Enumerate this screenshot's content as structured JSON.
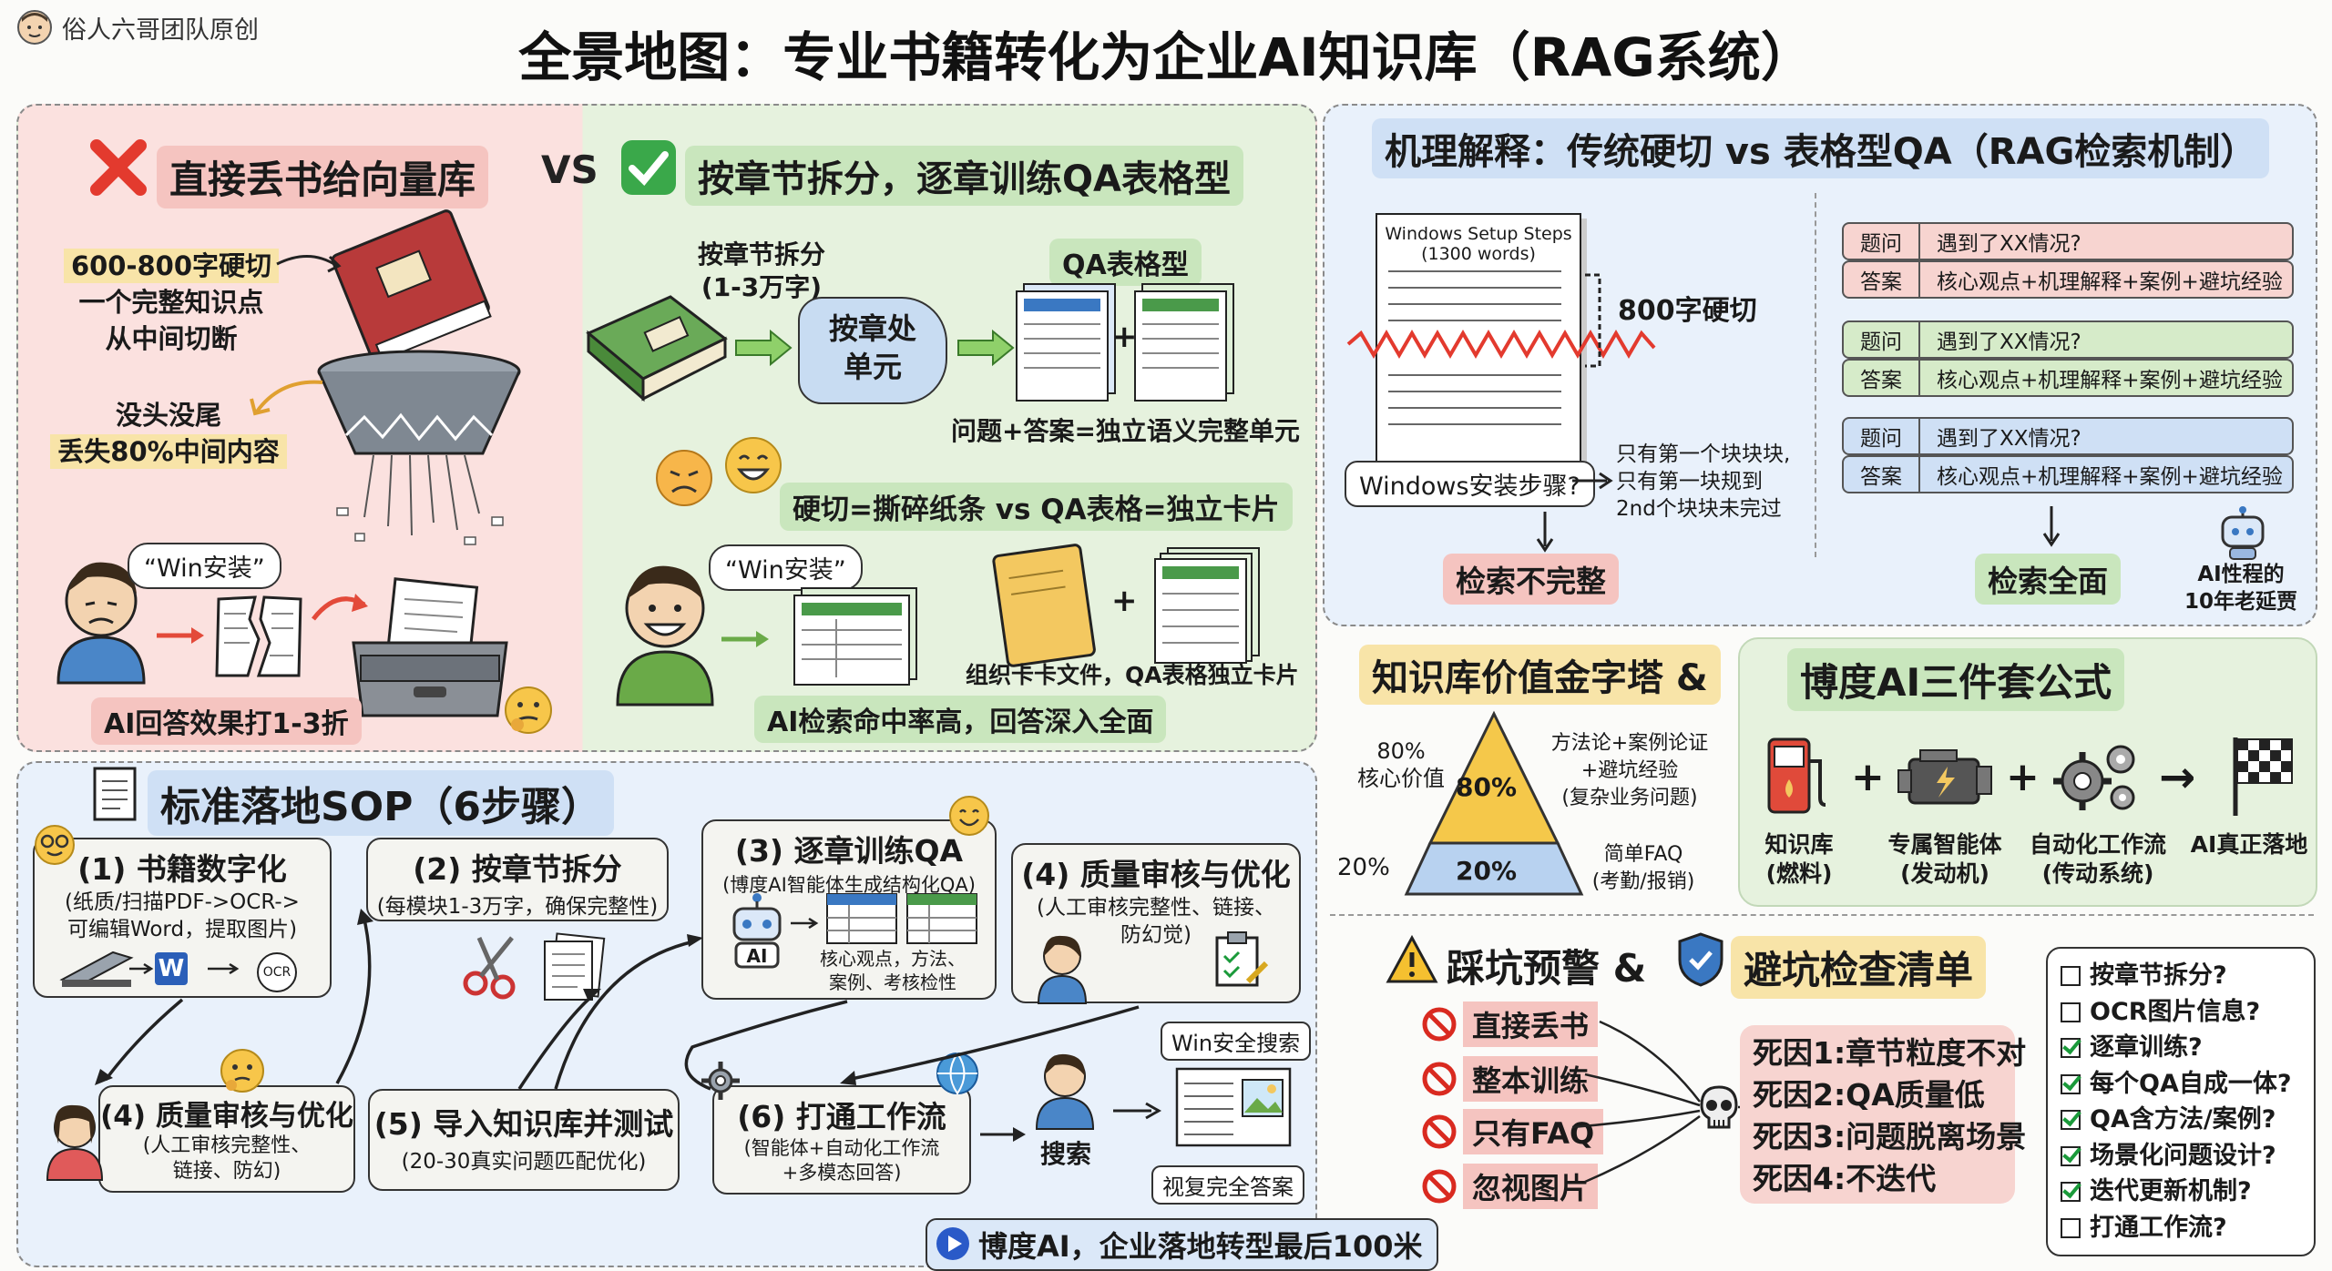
{
  "brand": {
    "author": "俗人六哥团队原创"
  },
  "title": "全景地图：专业书籍转化为企业AI知识库（RAG系统）",
  "left_panel": {
    "bad_title": "直接丢书给向量库",
    "vs": "VS",
    "good_title": "按章节拆分，逐章训练QA表格型",
    "bad_notes": [
      "600-800字硬切",
      "一个完整知识点",
      "从中间切断",
      "没头没尾",
      "丢失80%中间内容"
    ],
    "bad_bubble": "“Win安装”",
    "bad_result": "AI回答效果打1-3折",
    "split_label_1": "按章节拆分",
    "split_label_2": "(1-3万字)",
    "unit_label_1": "按章处",
    "unit_label_2": "单元",
    "qa_label": "QA表格型",
    "plus": "+",
    "unit_formula": "问题+答案=独立语义完整单元",
    "compare": "硬切=撕碎纸条 vs QA表格=独立卡片",
    "good_bubble": "“Win安装”",
    "card_caption": "组织卡卡文件，QA表格独立卡片",
    "good_result": "AI检索命中率高，回答深入全面"
  },
  "mechanism": {
    "title": "机理解释：传统硬切 vs 表格型QA（RAG检索机制）",
    "doc_title_1": "Windows Setup Steps",
    "doc_title_2": "(1300 words)",
    "hard_cut": "800字硬切",
    "query": "Windows安装步骤?",
    "only_first_1": "只有第一个块块块,",
    "only_first_2": "只有第一块规到",
    "only_first_3": "2nd个块块未完过",
    "incomplete": "检索不完整",
    "qa_rows": [
      {
        "q_key": "题问",
        "q_val": "遇到了XX情况?",
        "a_key": "答案",
        "a_val": "核心观点+机理解释+案例+避坑经验"
      },
      {
        "q_key": "题问",
        "q_val": "遇到了XX情况?",
        "a_key": "答案",
        "a_val": "核心观点+机理解释+案例+避坑经验"
      },
      {
        "q_key": "题问",
        "q_val": "遇到了XX情况?",
        "a_key": "答案",
        "a_val": "核心观点+机理解释+案例+避坑经验"
      }
    ],
    "complete": "检索全面",
    "robot_caption_1": "AI性程的",
    "robot_caption_2": "10年老延贾"
  },
  "sop": {
    "title": "标准落地SOP（6步骤）",
    "step1_title": "(1) 书籍数字化",
    "step1_desc_1": "(纸质/扫描PDF->OCR->",
    "step1_desc_2": "可编辑Word，提取图片)",
    "step1_icon_w": "W",
    "step1_icon_ocr": "OCR",
    "step2_title": "(2) 按章节拆分",
    "step2_desc": "(每模块1-3万字，确保完整性)",
    "step3_title": "(3) 逐章训练QA",
    "step3_desc": "(博度AI智能体生成结构化QA)",
    "step3_robot": "AI",
    "step3_note_1": "核心观点，方法、",
    "step3_note_2": "案例、考核检性",
    "step4a_title": "(4) 质量审核与优化",
    "step4a_desc_1": "(人工审核完整性、链接、",
    "step4a_desc_2": "防幻觉)",
    "step4b_title": "(4) 质量审核与优化",
    "step4b_desc_1": "(人工审核完整性、",
    "step4b_desc_2": "链接、防幻)",
    "step5_title": "(5) 导入知识库并测试",
    "step5_desc": "(20-30真实问题匹配优化)",
    "step6_title": "(6) 打通工作流",
    "step6_desc_1": "(智能体+自动化工作流",
    "step6_desc_2": "+多模态回答)",
    "search_label": "搜索",
    "win_search": "Win安全搜索",
    "full_answer": "视复完全答案",
    "footer": "博度AI，企业落地转型最后100米"
  },
  "pyramid": {
    "title": "知识库价值金字塔 &",
    "top_pct": "80%",
    "top_side_1": "80%",
    "top_side_2": "核心价值",
    "top_desc_1": "方法论+案例论证",
    "top_desc_2": "+避坑经验",
    "top_desc_3": "(复杂业务问题)",
    "bottom_pct": "20%",
    "bottom_side": "20%",
    "bottom_desc_1": "简单FAQ",
    "bottom_desc_2": "(考勤/报销)"
  },
  "formula": {
    "title": "博度AI三件套公式",
    "items": [
      {
        "label": "知识库",
        "sub": "(燃料)"
      },
      {
        "label": "专属智能体",
        "sub": "(发动机)"
      },
      {
        "label": "自动化工作流",
        "sub": "(传动系统)"
      },
      {
        "label": "AI真正落地",
        "sub": ""
      }
    ],
    "plus": "+",
    "arrow": "→"
  },
  "pitfalls": {
    "title_1": "踩坑预警 &",
    "title_2": "避坑检查清单",
    "bans": [
      "直接丢书",
      "整本训练",
      "只有FAQ",
      "忽视图片"
    ],
    "deaths": [
      "死因1:章节粒度不对",
      "死因2:QA质量低",
      "死因3:问题脱离场景",
      "死因4:不迭代"
    ],
    "checklist": [
      {
        "text": "按章节拆分?",
        "checked": false
      },
      {
        "text": "OCR图片信息?",
        "checked": false
      },
      {
        "text": "逐章训练?",
        "checked": true
      },
      {
        "text": "每个QA自成一体?",
        "checked": true
      },
      {
        "text": "QA含方法/案例?",
        "checked": true
      },
      {
        "text": "场景化问题设计?",
        "checked": true
      },
      {
        "text": "迭代更新机制?",
        "checked": true
      },
      {
        "text": "打通工作流?",
        "checked": false
      }
    ]
  },
  "colors": {
    "red": "#e8473c",
    "green": "#2e9a48",
    "blue": "#3a78c2",
    "book_red": "#b83a3a",
    "book_green": "#5a9a4a"
  }
}
